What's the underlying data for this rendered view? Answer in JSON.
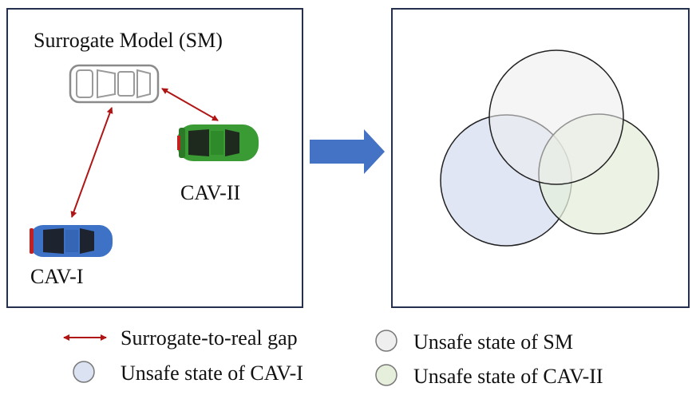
{
  "left_panel": {
    "title": "Surrogate Model (SM)",
    "cav1_label": "CAV-I",
    "cav2_label": "CAV-II"
  },
  "legend": {
    "gap": "Surrogate-to-real gap",
    "sm": "Unsafe state of SM",
    "cav1": "Unsafe state of CAV-I",
    "cav2": "Unsafe state of CAV-II"
  },
  "colors": {
    "panel_border": "#25304f",
    "gap_arrow": "#b01515",
    "flow_arrow": "#4472c4",
    "sm_fill": "#efefef",
    "cav1_fill": "#dbe2f2",
    "cav2_fill": "#e6efdb",
    "cav1_car": "#3d72c6",
    "cav2_car": "#3a9a34"
  }
}
